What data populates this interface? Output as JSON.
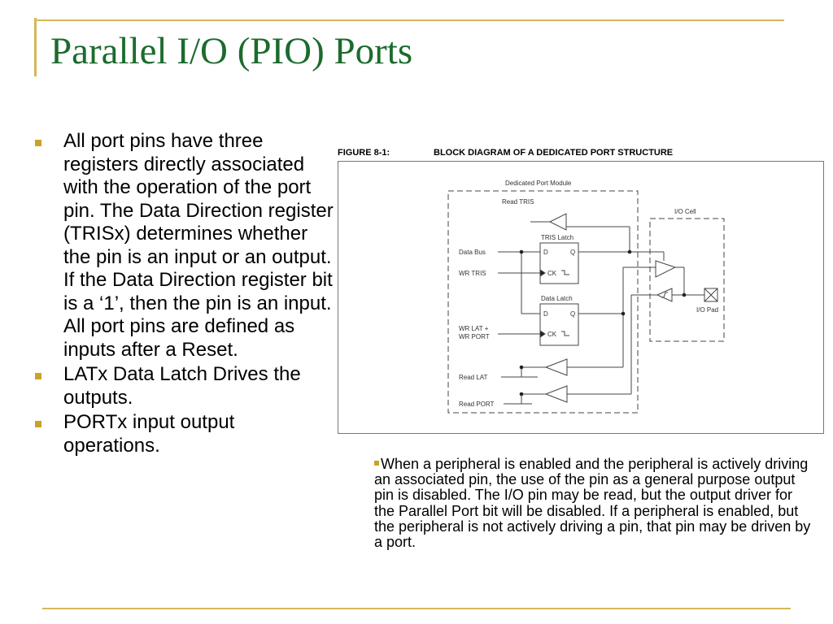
{
  "slide": {
    "title": "Parallel I/O (PIO) Ports",
    "bullets": [
      "All port pins have three registers directly associated with the operation of the port pin. The Data Direction register (TRISx) determines whether the pin is an input or an output. If the Data Direction register bit is a ‘1’, then the pin is an input. All port pins are defined as inputs after a Reset.",
      "LATx Data Latch Drives the outputs.",
      "PORTx input output operations."
    ],
    "note": "When a peripheral is enabled and the peripheral is actively driving an associated pin, the use of the pin as a general purpose output pin is disabled. The I/O pin may be read, but the output driver for the Parallel Port bit will be disabled. If a peripheral is enabled, but the peripheral is not actively driving a pin, that pin may be driven by a port."
  },
  "figure": {
    "number": "FIGURE 8-1:",
    "caption": "BLOCK DIAGRAM OF A DEDICATED PORT STRUCTURE",
    "labels": {
      "dedicated_module": "Dedicated Port Module",
      "read_tris": "Read TRIS",
      "io_cell": "I/O Cell",
      "tris_latch": "TRIS Latch",
      "data_bus": "Data Bus",
      "wr_tris": "WR TRIS",
      "d": "D",
      "q": "Q",
      "ck": "CK",
      "data_latch": "Data Latch",
      "wr_lat_1": "WR LAT +",
      "wr_lat_2": "WR PORT",
      "read_lat": "Read LAT",
      "read_port": "Read PORT",
      "io_pad": "I/O Pad"
    }
  },
  "theme": {
    "title_color": "#1c6b2e",
    "accent": "#d6b65a",
    "bullet": "#c9a227"
  }
}
